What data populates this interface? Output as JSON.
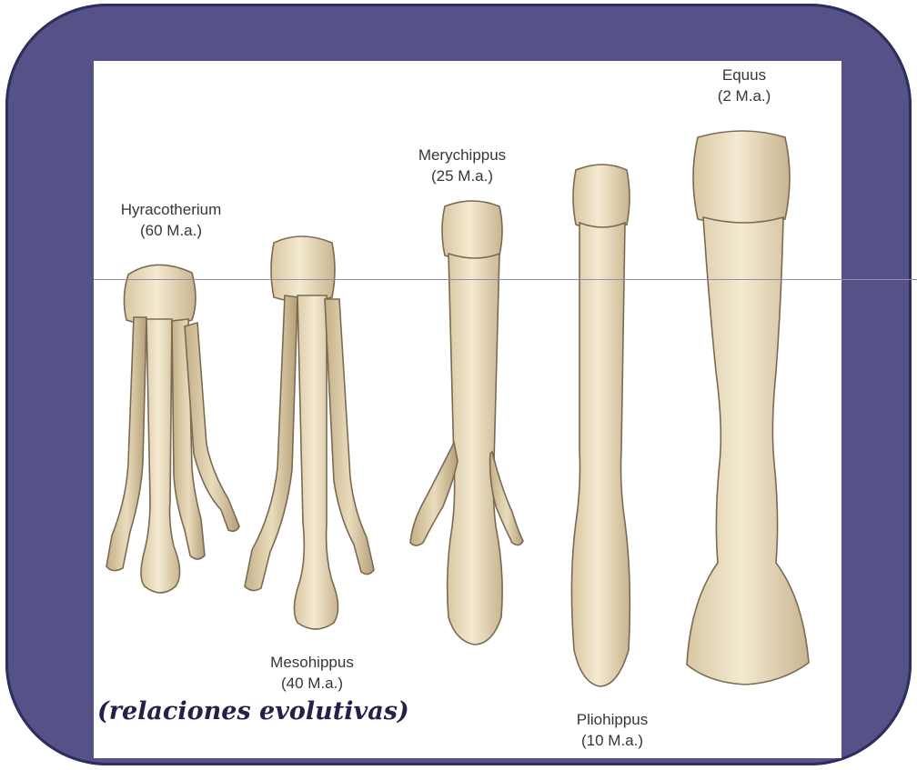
{
  "frame": {
    "background": "#545287",
    "panel": "#ffffff"
  },
  "specimens": [
    {
      "name": "Hyracotherium",
      "age": "(60 M.a.)"
    },
    {
      "name": "Mesohippus",
      "age": "(40 M.a.)"
    },
    {
      "name": "Merychippus",
      "age": "(25 M.a.)"
    },
    {
      "name": "Pliohippus",
      "age": "(10 M.a.)"
    },
    {
      "name": "Equus",
      "age": "(2 M.a.)"
    }
  ],
  "caption": "(relaciones evolutivas)",
  "colors": {
    "bone": "#efe3c6",
    "bone_shadow": "#a9977a",
    "outline": "#7a6a52",
    "label": "#3a3530",
    "caption": "#23214a"
  }
}
